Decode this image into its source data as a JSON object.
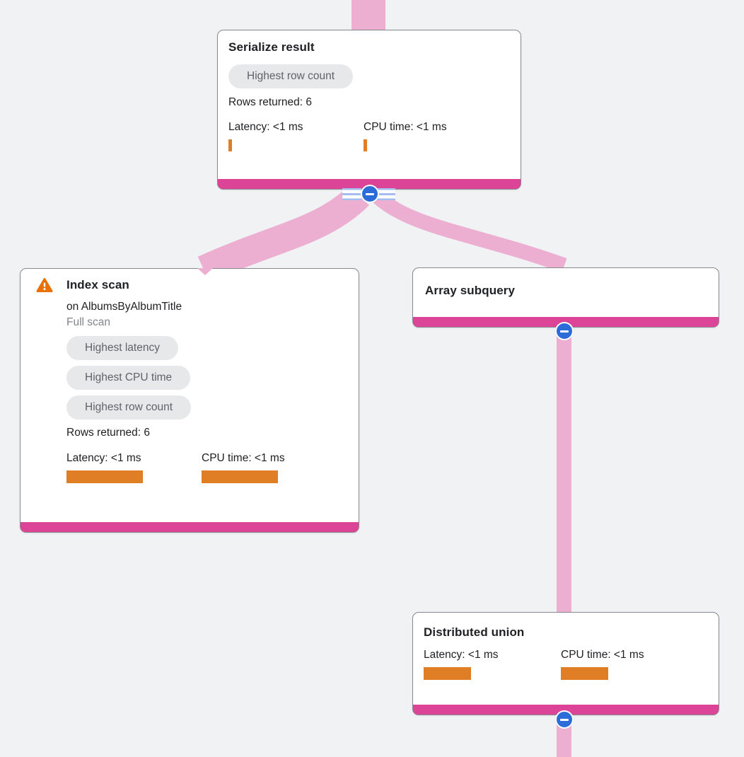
{
  "canvas": {
    "background": "#f1f2f4"
  },
  "colors": {
    "node_accent_bar": "#db4497",
    "edge_pink": "#ecafd2",
    "collapse_blue": "#2b6cd9",
    "metric_bar_orange": "#e07e26",
    "warning_orange": "#e8710a",
    "badge_background": "#e7e8ea",
    "badge_text": "#5f6368",
    "title_text": "#202124",
    "muted_text": "#80868b"
  },
  "icons": {
    "collapse_minus": "−",
    "warning": "!"
  },
  "nodes": {
    "serialize": {
      "title": "Serialize result",
      "badges": [
        "Highest row count"
      ],
      "rows_returned": "Rows returned: 6",
      "latency_label": "Latency: <1 ms",
      "cpu_label": "CPU time: <1 ms"
    },
    "index_scan": {
      "title": "Index scan",
      "subtitle": "on AlbumsByAlbumTitle",
      "scan_type": "Full scan",
      "badges": [
        "Highest latency",
        "Highest CPU time",
        "Highest row count"
      ],
      "rows_returned": "Rows returned: 6",
      "latency_label": "Latency: <1 ms",
      "cpu_label": "CPU time: <1 ms"
    },
    "array_subquery": {
      "title": "Array subquery"
    },
    "distributed_union": {
      "title": "Distributed union",
      "latency_label": "Latency: <1 ms",
      "cpu_label": "CPU time: <1 ms"
    }
  }
}
